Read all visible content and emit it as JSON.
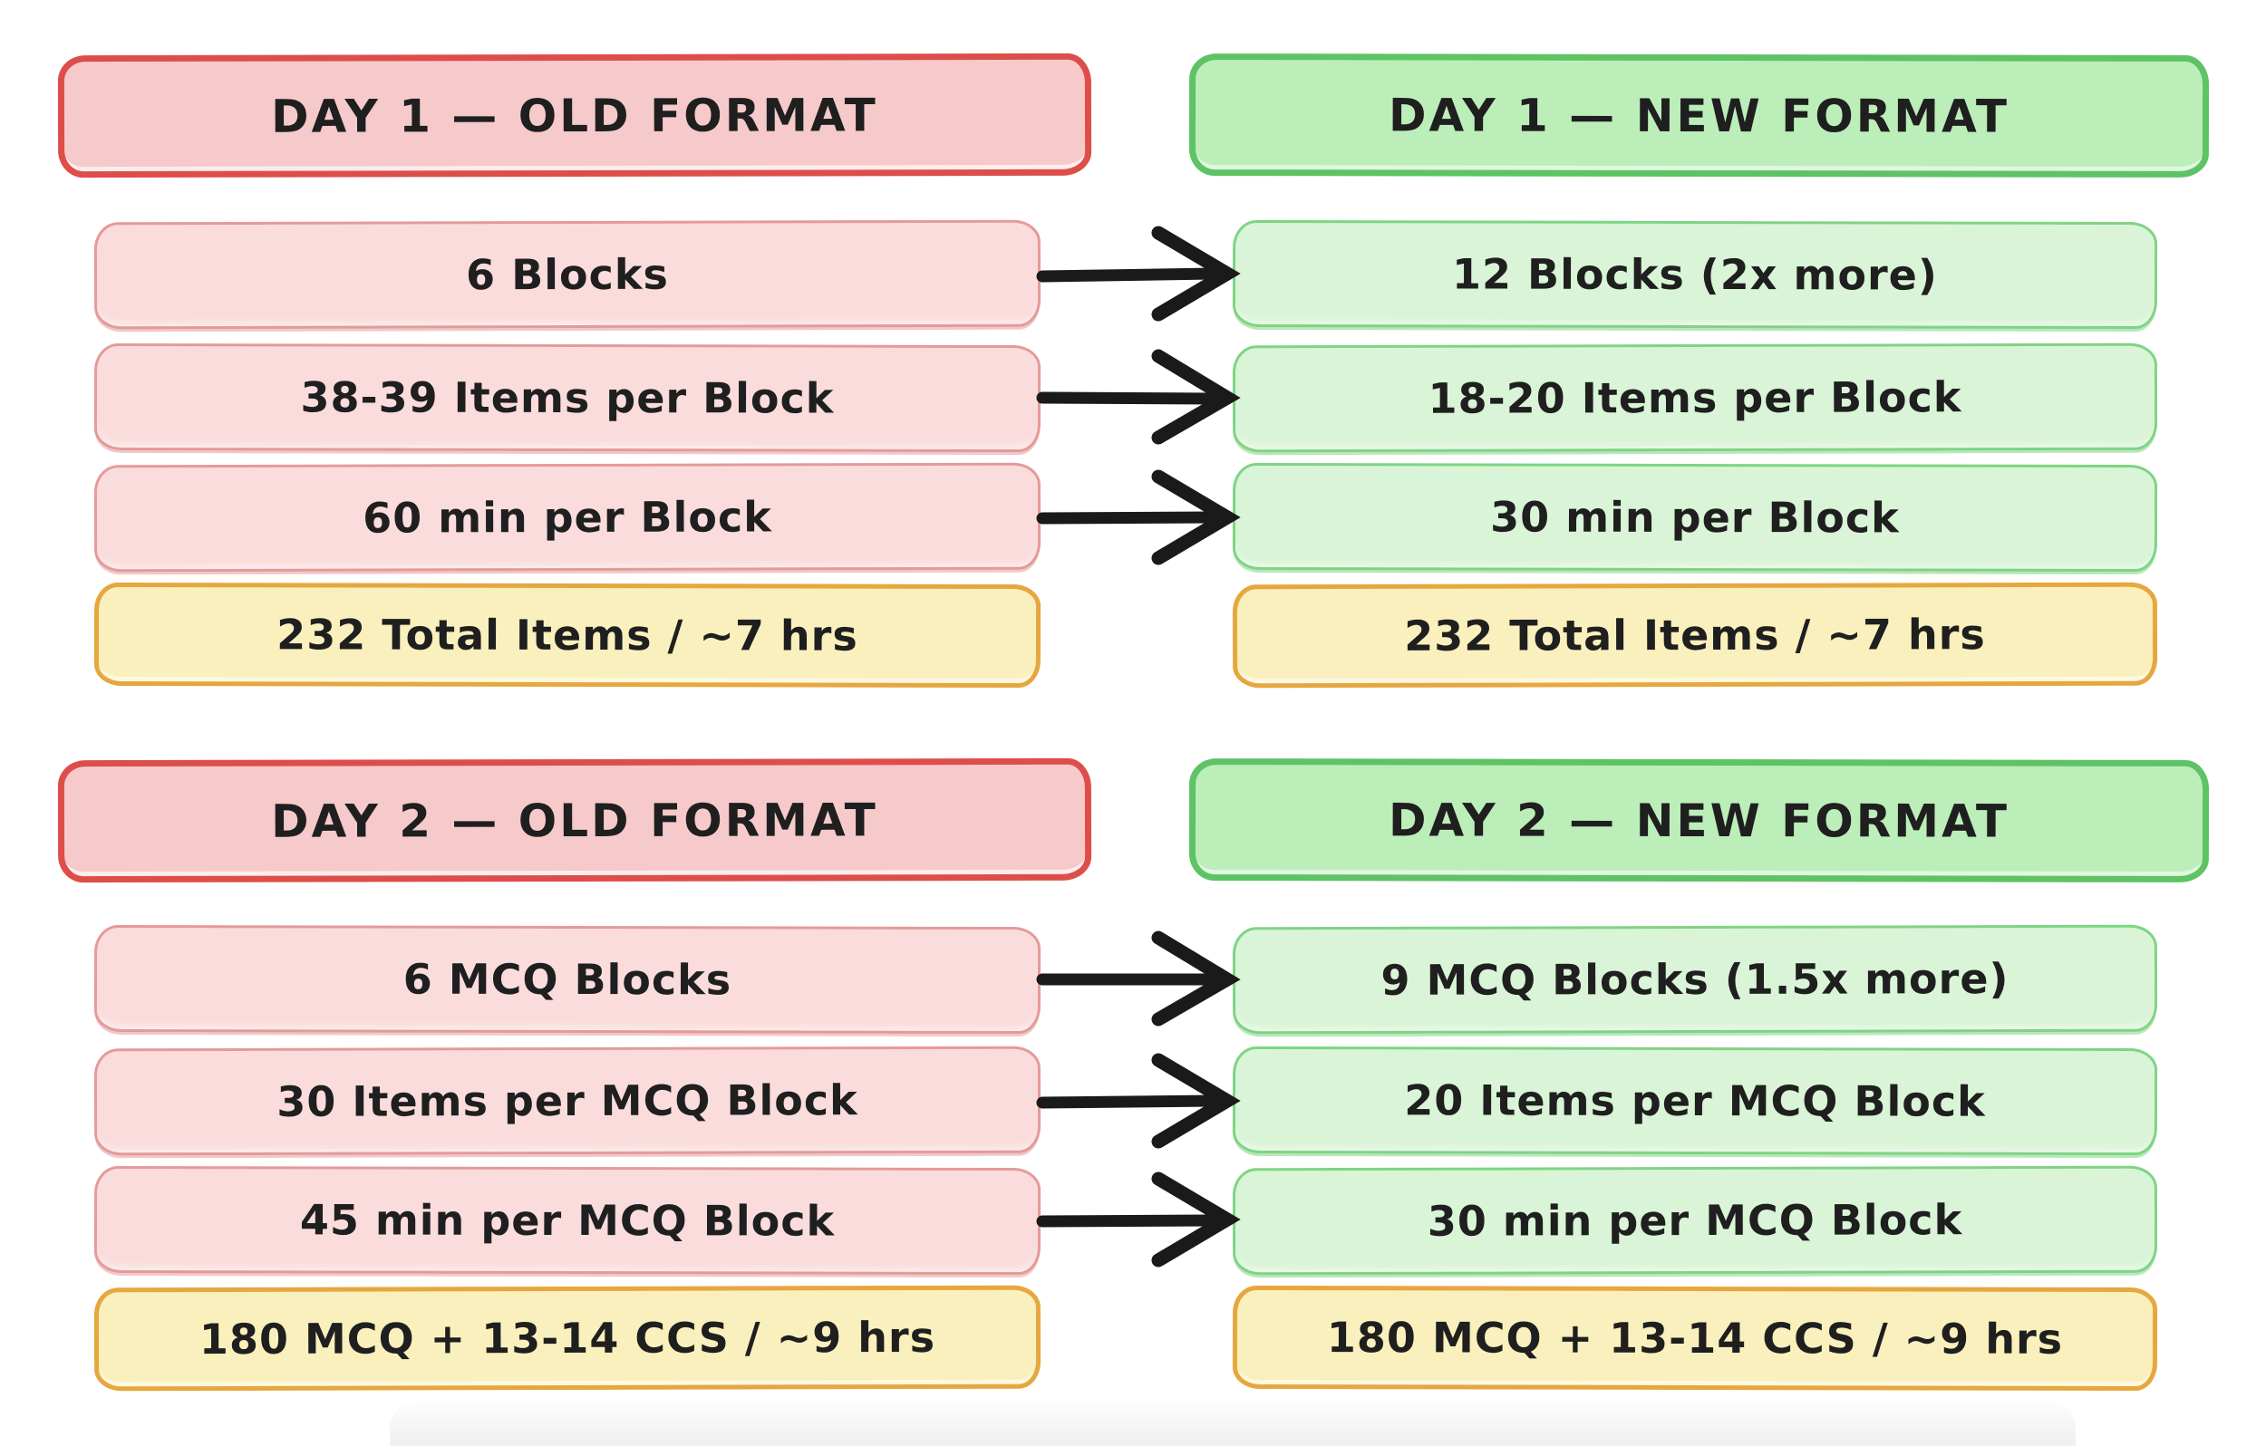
{
  "palette": {
    "old_header_fill": "#f6caca",
    "old_header_border": "#dd4e4a",
    "old_row_fill": "#fadcdc",
    "old_row_border": "#e59a9a",
    "new_header_fill": "#bceeb9",
    "new_header_border": "#5ec364",
    "new_row_fill": "#d9f4d6",
    "new_row_border": "#7fd484",
    "total_fill": "#faf0bd",
    "total_border": "#e6a73f",
    "arrow_color": "#1a1a1a",
    "text_color": "#1f1f1f"
  },
  "sections": [
    {
      "old_header": "DAY 1 — OLD FORMAT",
      "new_header": "DAY 1 — NEW FORMAT",
      "old_rows": [
        "6 Blocks",
        "38-39 Items per Block",
        "60 min per Block"
      ],
      "new_rows": [
        "12 Blocks (2x more)",
        "18-20 Items per Block",
        "30 min per Block"
      ],
      "old_total": "232 Total Items / ~7 hrs",
      "new_total": "232 Total Items / ~7 hrs"
    },
    {
      "old_header": "DAY 2 — OLD FORMAT",
      "new_header": "DAY 2 — NEW FORMAT",
      "old_rows": [
        "6 MCQ Blocks",
        "30 Items per MCQ Block",
        "45 min per MCQ Block"
      ],
      "new_rows": [
        "9 MCQ Blocks (1.5x more)",
        "20 Items per MCQ Block",
        "30 min per MCQ Block"
      ],
      "old_total": "180 MCQ + 13-14 CCS / ~9 hrs",
      "new_total": "180 MCQ + 13-14 CCS / ~9 hrs"
    }
  ]
}
